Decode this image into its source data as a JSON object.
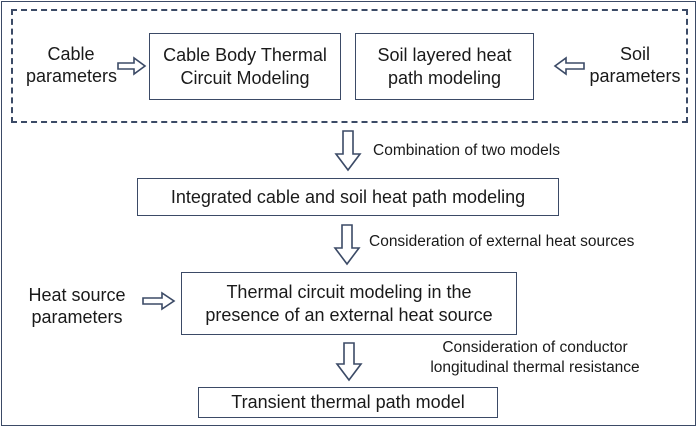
{
  "top_group": {
    "cable_params": "Cable\nparameters",
    "cable_model": "Cable Body Thermal\nCircuit Modeling",
    "soil_model": "Soil layered heat\npath modeling",
    "soil_params": "Soil\nparameters"
  },
  "step1_note": "Combination of two models",
  "integrated_model": "Integrated cable and soil heat path modeling",
  "step2_note": "Consideration of external heat sources",
  "heat_source_params": "Heat source\nparameters",
  "external_model": "Thermal circuit modeling in the\npresence of an external heat source",
  "step3_note": "Consideration of conductor\nlongitudinal thermal resistance",
  "transient_model": "Transient thermal path model",
  "colors": {
    "stroke": "#3b4a66",
    "text": "#1a1a1a"
  }
}
